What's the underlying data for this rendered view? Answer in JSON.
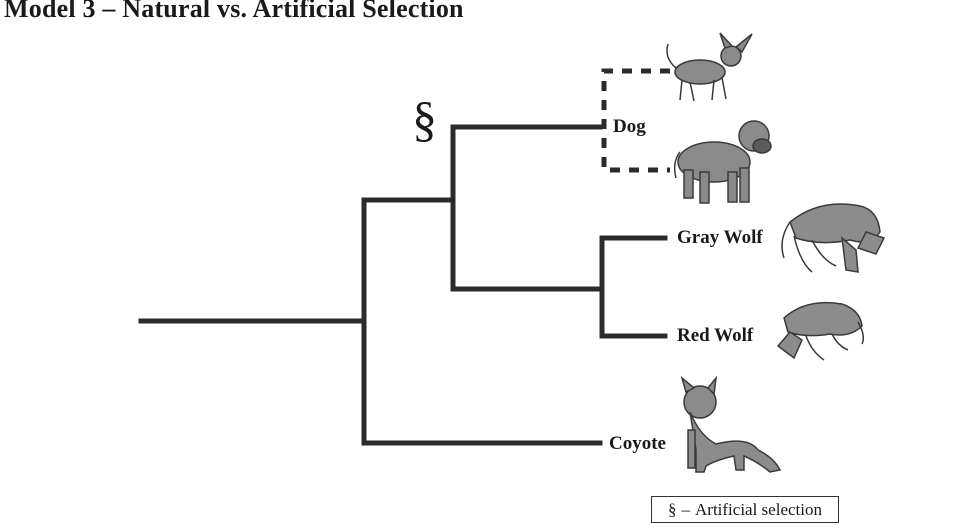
{
  "title": "Model 3 – Natural vs. Artificial Selection",
  "selection_symbol": "§",
  "taxa": {
    "dog": "Dog",
    "gray_wolf": "Gray Wolf",
    "red_wolf": "Red Wolf",
    "coyote": "Coyote"
  },
  "legend": {
    "symbol": "§",
    "dash": "–",
    "text": "Artificial selection"
  },
  "colors": {
    "branch": "#2b2b2b",
    "animal_fill": "#8a8a8a",
    "animal_stroke": "#3a3a3a"
  },
  "icons": [
    "chihuahua-icon",
    "mastiff-icon",
    "gray-wolf-icon",
    "red-wolf-icon",
    "coyote-icon"
  ]
}
